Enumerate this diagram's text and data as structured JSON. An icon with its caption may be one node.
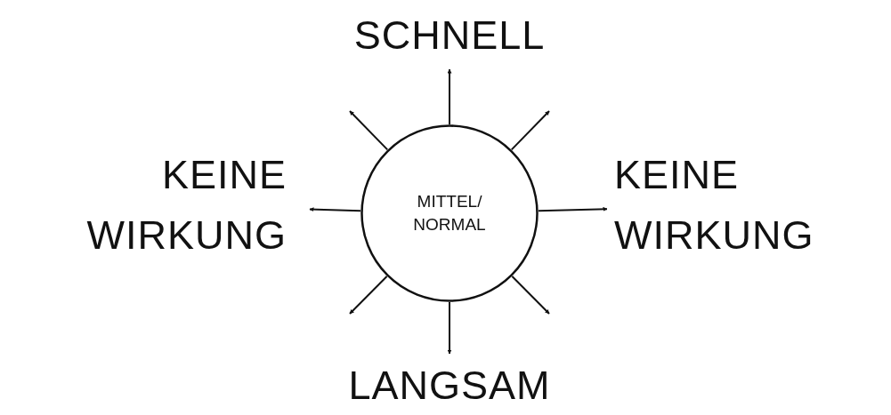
{
  "diagram": {
    "nodes": [
      {
        "text": [
          "SCHNELL"
        ]
      },
      {
        "text": [
          "KEINE WIRKUNG"
        ]
      },
      {
        "text": [
          "MITTEL/ NORMAL"
        ]
      },
      {
        "text": [
          "KEINE WIRKUNG"
        ]
      },
      {
        "text": [
          "LANGSAM"
        ]
      }
    ],
    "edges": [
      {
        "from": 2,
        "to": 0,
        "arrow": "to"
      },
      {
        "from": 2,
        "to": 1,
        "arrow": "to"
      },
      {
        "from": 2,
        "to": 3,
        "arrow": "to"
      },
      {
        "from": 2,
        "to": 4,
        "arrow": "to"
      },
      {
        "from": 2,
        "to": null,
        "arrow": "to"
      },
      {
        "from": 2,
        "to": null,
        "arrow": "to"
      },
      {
        "from": 2,
        "to": null,
        "arrow": "to"
      },
      {
        "from": 2,
        "to": null,
        "arrow": "to"
      }
    ]
  }
}
